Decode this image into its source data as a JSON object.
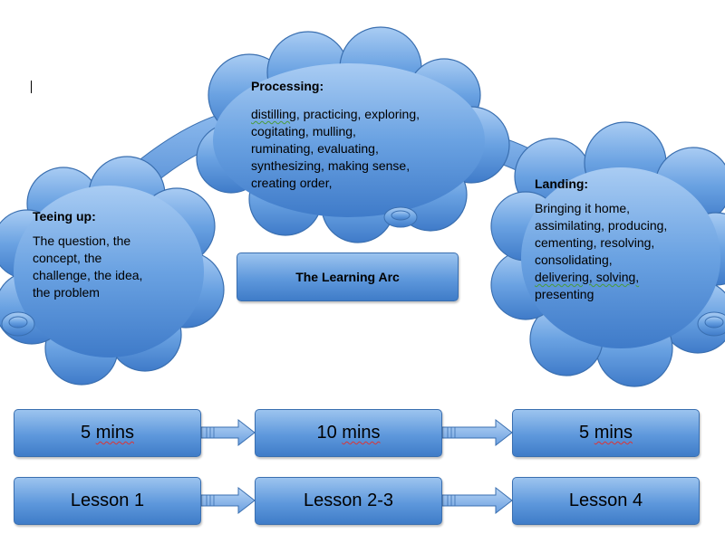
{
  "diagram": {
    "title": "The Learning Arc",
    "stages": [
      {
        "heading": "Teeing up:",
        "lines": [
          "The question, the",
          "concept, the",
          "challenge, the idea,",
          "the problem"
        ]
      },
      {
        "heading": "Processing:",
        "lines": [
          "distilling, practicing, exploring,",
          "cogitating, mulling,",
          "ruminating, evaluating,",
          "synthesizing, making sense,",
          "creating order,"
        ]
      },
      {
        "heading": "Landing:",
        "lines": [
          "Bringing it home,",
          "assimilating, producing,",
          "cementing, resolving,",
          "consolidating,",
          "delivering, solving,",
          "presenting"
        ]
      }
    ],
    "timing_row": [
      "5 mins",
      "10 mins",
      "5 mins"
    ],
    "lesson_row": [
      "Lesson 1",
      "Lesson 2-3",
      "Lesson 4"
    ]
  }
}
